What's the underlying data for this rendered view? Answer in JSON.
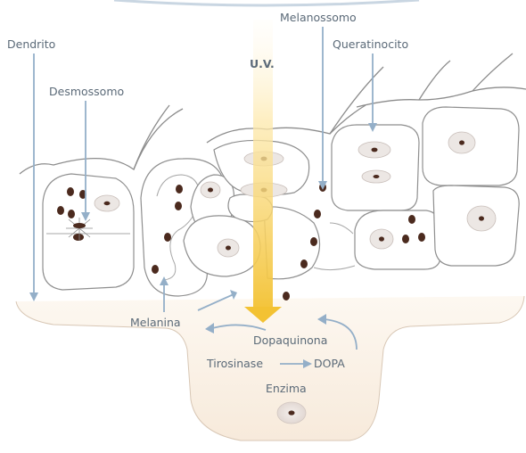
{
  "labels": {
    "dendrito": "Dendrito",
    "desmossomo": "Desmossomo",
    "melanossomo": "Melanossomo",
    "queratinocito": "Queratinocito",
    "uv": "U.V.",
    "melanina": "Melanina",
    "dopaquinona": "Dopaquinona",
    "tirosinase": "Tirosinase",
    "dopa": "DOPA",
    "enzima": "Enzima"
  },
  "colors": {
    "arrow": "#94afc8",
    "uv_beam_top": "#fff6d8",
    "uv_beam_bottom": "#f5c83a",
    "melanin": "#4b2a1e",
    "melanocyte_body": "#fbf1e6",
    "label_text": "#5b6a78"
  }
}
